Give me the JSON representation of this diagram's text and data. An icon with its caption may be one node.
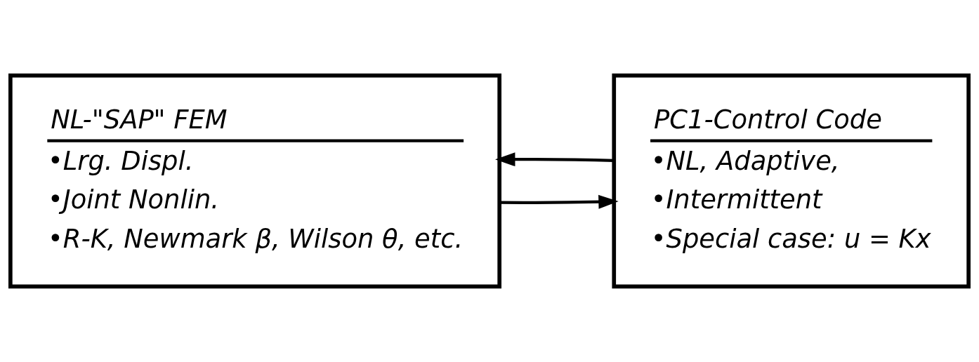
{
  "diagram": {
    "nodes": [
      {
        "text": [
          "NL-\"SAP\" FEM",
          "•Lrg. Displ.",
          "•Joint Nonlin.",
          "•R-K, Newmark β, Wilson θ, etc."
        ]
      },
      {
        "text": [
          "PC1-Control Code",
          "•NL, Adaptive,",
          "•Intermittent",
          "•Special case: u = Kx"
        ]
      }
    ],
    "edges": [
      {
        "from": 0,
        "to": 1,
        "arrow": "to"
      },
      {
        "from": 1,
        "to": 0,
        "arrow": "to"
      }
    ]
  }
}
